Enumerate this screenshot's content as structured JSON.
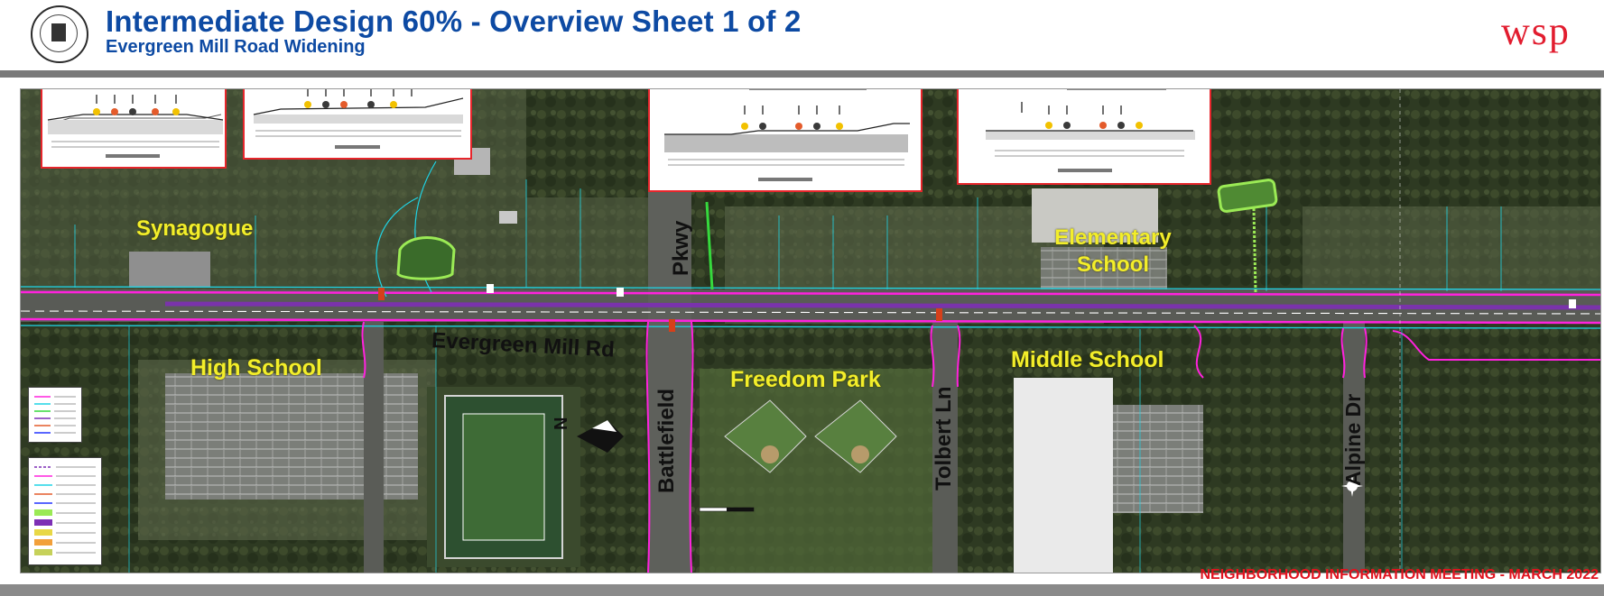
{
  "header": {
    "title": "Intermediate Design 60% - Overview Sheet 1 of 2",
    "subtitle": "Evergreen Mill Road Widening",
    "seal_name": "Town of Leesburg Virginia seal",
    "logo_text": "wsp",
    "logo_color": "#e21d2f",
    "title_color": "#0d4aa3"
  },
  "map": {
    "labels_yellow": [
      {
        "id": "synagogue",
        "text": "Synagogue"
      },
      {
        "id": "high-school",
        "text": "High School"
      },
      {
        "id": "freedom-park",
        "text": "Freedom Park"
      },
      {
        "id": "elementary-school",
        "text": "Elementary School"
      },
      {
        "id": "middle-school",
        "text": "Middle School"
      }
    ],
    "labels_black": [
      {
        "id": "evergreen-mill-rd",
        "text": "Evergreen Mill Rd"
      },
      {
        "id": "pkwy",
        "text": "Pkwy"
      },
      {
        "id": "battlefield",
        "text": "Battlefield"
      },
      {
        "id": "tolbert-ln",
        "text": "Tolbert Ln"
      },
      {
        "id": "alpine-dr",
        "text": "Alpine Dr"
      }
    ],
    "north_letter": "N",
    "colors": {
      "proposed_edge": "#ff22dd",
      "property_line": "#1fd4e6",
      "proposed_curb": "#ffffff",
      "median": "#7d2fb5",
      "stormwater": "#9bea55",
      "section_border": "#e7262c"
    }
  },
  "footer": {
    "meeting_note": "NEIGHBORHOOD INFORMATION MEETING - MARCH 2022",
    "note_color": "#e0121e"
  }
}
